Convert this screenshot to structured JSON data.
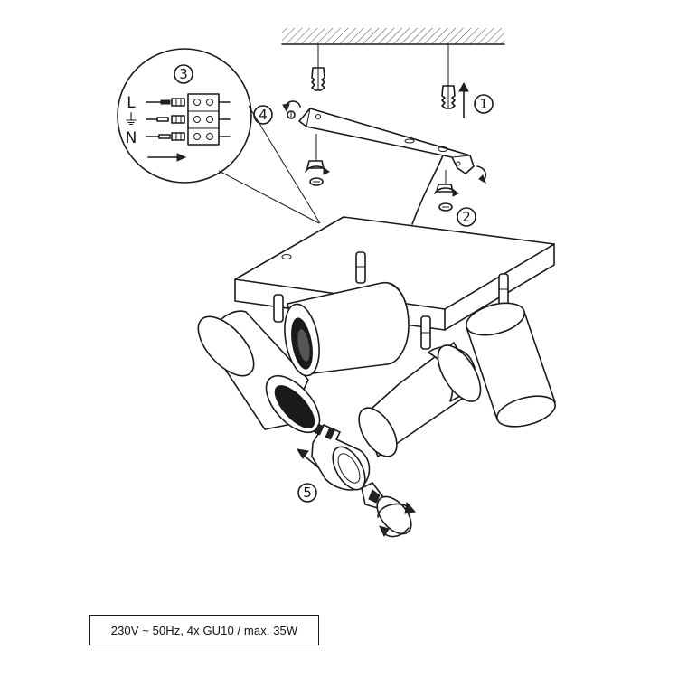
{
  "steps": {
    "step1": "1",
    "step2": "2",
    "step3": "3",
    "step4": "4",
    "step5": "5"
  },
  "wiring_labels": {
    "live": "L",
    "earth": "⏚",
    "neutral": "N"
  },
  "spec_text": "230V ~ 50Hz, 4x GU10 / max. 35W"
}
